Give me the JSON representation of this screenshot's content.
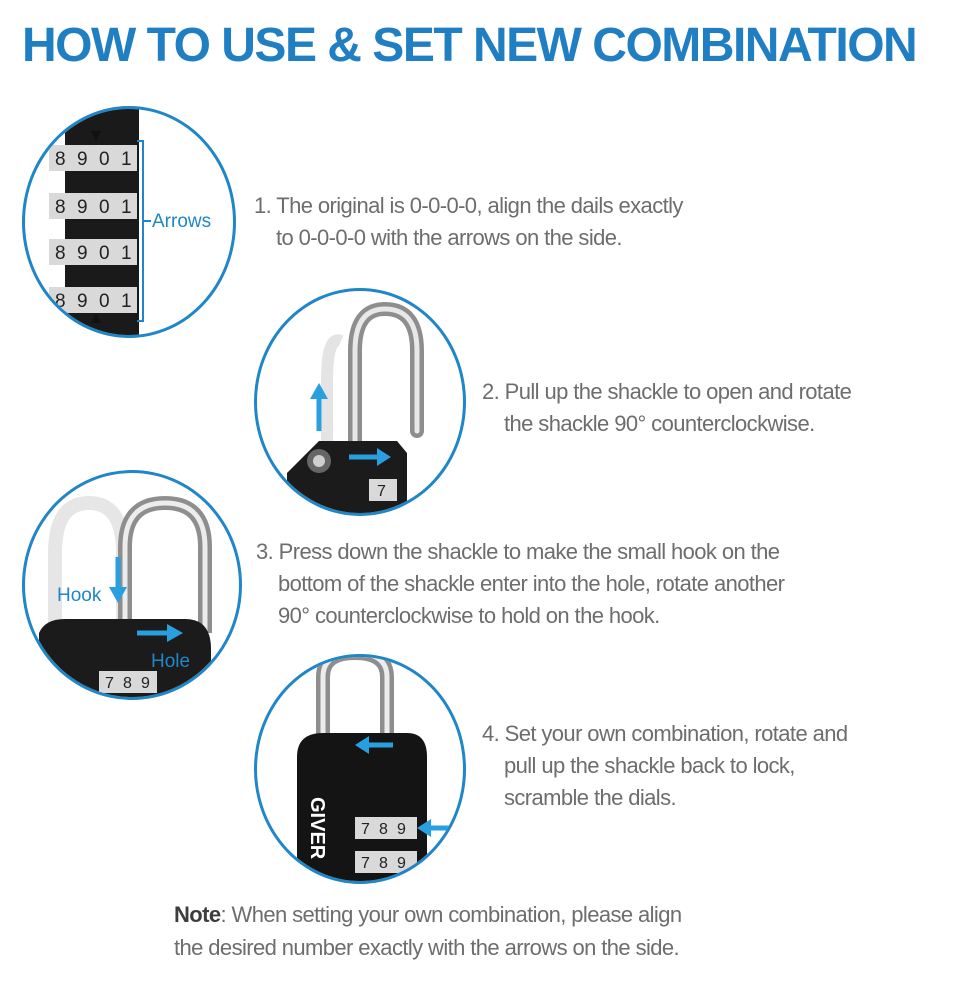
{
  "title": "HOW TO USE & SET NEW COMBINATION",
  "steps": [
    {
      "lines": [
        "1.  The original is 0-0-0-0, align the dails exactly",
        "to 0-0-0-0 with the arrows on the side."
      ]
    },
    {
      "lines": [
        "2. Pull up the shackle to open and rotate",
        "the shackle 90° counterclockwise."
      ]
    },
    {
      "lines": [
        "3. Press down the shackle to make the small hook on the",
        "bottom of the shackle enter into the hole, rotate another",
        "90° counterclockwise to hold on the hook."
      ]
    },
    {
      "lines": [
        "4. Set your own combination, rotate and",
        "pull up the shackle back to lock,",
        "scramble the dials."
      ]
    }
  ],
  "callouts": {
    "arrows": "Arrows",
    "hook": "Hook",
    "hole": "Hole"
  },
  "dial_digits": [
    "8",
    "9",
    "0",
    "1"
  ],
  "dial_digits_lower": [
    "7",
    "8",
    "9"
  ],
  "brand": "GIVER",
  "note": {
    "label": "Note",
    "lines": [
      ": When setting your own combination, please align",
      "the desired number exactly with the arrows on the side."
    ]
  },
  "colors": {
    "title": "#1f7fc2",
    "accent": "#1f86c8",
    "arrow": "#2a9fe0",
    "text": "#6d6d6d"
  }
}
